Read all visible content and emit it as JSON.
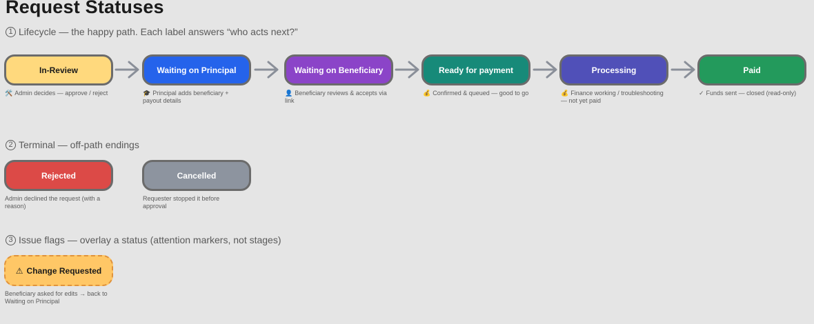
{
  "title": "Request Statuses",
  "sections": {
    "lifecycle": {
      "number": "1",
      "label": "Lifecycle — the happy path.  Each label answers “who acts next?”"
    },
    "terminal": {
      "number": "2",
      "label": "Terminal — off-path endings"
    },
    "flags": {
      "number": "3",
      "label": "Issue flags — overlay a status (attention markers, not stages)"
    }
  },
  "lifecycle": [
    {
      "label": "In-Review",
      "color": "#ffd97d",
      "text_color": "#1a1a1a",
      "icon": "🛠️",
      "icon_name": "tools-icon",
      "caption": "Admin decides — approve / reject"
    },
    {
      "label": "Waiting on Principal",
      "color": "#2563eb",
      "text_color": "#ffffff",
      "icon": "🎓",
      "icon_name": "graduation-cap-icon",
      "caption": "Principal adds beneficiary + payout details"
    },
    {
      "label": "Waiting on Beneficiary",
      "color": "#8b44c8",
      "text_color": "#ffffff",
      "icon": "👤",
      "icon_name": "person-icon",
      "caption": "Beneficiary reviews & accepts via link"
    },
    {
      "label": "Ready for payment",
      "color": "#178a79",
      "text_color": "#ffffff",
      "icon": "💰",
      "icon_name": "money-bag-icon",
      "caption": "Confirmed & queued — good to go"
    },
    {
      "label": "Processing",
      "color": "#5050b8",
      "text_color": "#ffffff",
      "icon": "💰",
      "icon_name": "money-bag-icon",
      "caption": "Finance working / troubleshooting — not yet paid"
    },
    {
      "label": "Paid",
      "color": "#239a5c",
      "text_color": "#ffffff",
      "icon": "✓",
      "icon_name": "check-icon",
      "caption": "Funds sent — closed (read-only)"
    }
  ],
  "terminal": [
    {
      "label": "Rejected",
      "color": "#dc4a47",
      "text_color": "#ffffff",
      "caption": "Admin declined the request (with a reason)"
    },
    {
      "label": "Cancelled",
      "color": "#8d949f",
      "text_color": "#ffffff",
      "caption": "Requester stopped it before approval"
    }
  ],
  "flags": [
    {
      "label": "Change Requested",
      "icon": "⚠",
      "icon_name": "warning-icon",
      "color": "#ffc766",
      "text_color": "#1a1a1a",
      "caption": "Beneficiary asked for edits → back to Waiting on Principal"
    }
  ],
  "colors": {
    "background": "#e5e5e5",
    "pill_border": "#6b6b6b",
    "arrow": "#8a8f99",
    "flag_border": "#e0923a"
  }
}
